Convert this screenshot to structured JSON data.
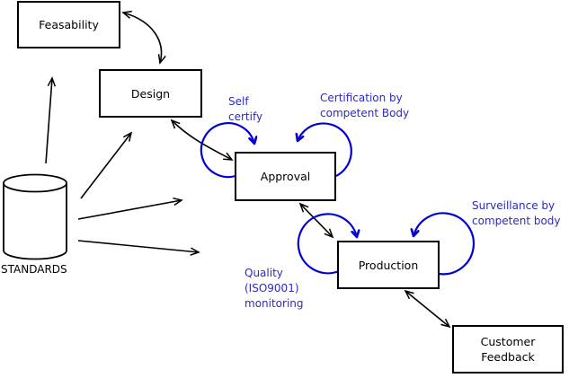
{
  "diagram": {
    "nodes": {
      "feasibility": {
        "label": "Feasability"
      },
      "design": {
        "label": "Design"
      },
      "approval": {
        "label": "Approval"
      },
      "production": {
        "label": "Production"
      },
      "customer_feedback": {
        "line1": "Customer",
        "line2": "Feedback"
      }
    },
    "datastore": {
      "label": "STANDARDS"
    },
    "annotations": {
      "self_certify": {
        "line1": "Self",
        "line2": "certify"
      },
      "certification": {
        "line1": "Certification by",
        "line2": "competent Body"
      },
      "surveillance": {
        "line1": "Surveillance by",
        "line2": "competent body"
      },
      "quality": {
        "line1": "Quality",
        "line2": "(ISO9001)",
        "line3": "monitoring"
      }
    },
    "edges": [
      {
        "from": "standards",
        "to": "feasibility",
        "heads": "single"
      },
      {
        "from": "standards",
        "to": "design",
        "heads": "single"
      },
      {
        "from": "standards",
        "to": "approval-direction",
        "heads": "single"
      },
      {
        "from": "standards",
        "to": "production-direction",
        "heads": "single"
      },
      {
        "from": "feasibility",
        "to": "design",
        "heads": "double"
      },
      {
        "from": "design",
        "to": "approval",
        "heads": "double"
      },
      {
        "from": "approval",
        "to": "production",
        "heads": "double"
      },
      {
        "from": "production",
        "to": "customer_feedback",
        "heads": "double"
      },
      {
        "from": "approval",
        "to": "approval",
        "label": "Self certify",
        "heads": "loop"
      },
      {
        "from": "approval",
        "to": "approval",
        "label": "Certification by competent Body",
        "heads": "loop"
      },
      {
        "from": "production",
        "to": "production",
        "label": "Quality (ISO9001) monitoring",
        "heads": "loop"
      },
      {
        "from": "production",
        "to": "production",
        "label": "Surveillance by competent body",
        "heads": "loop"
      }
    ],
    "colors": {
      "background": "#ffffff",
      "line_black": "#000000",
      "loop_blue": "#0000d6",
      "annotation_blue": "#2b2bc0"
    }
  }
}
